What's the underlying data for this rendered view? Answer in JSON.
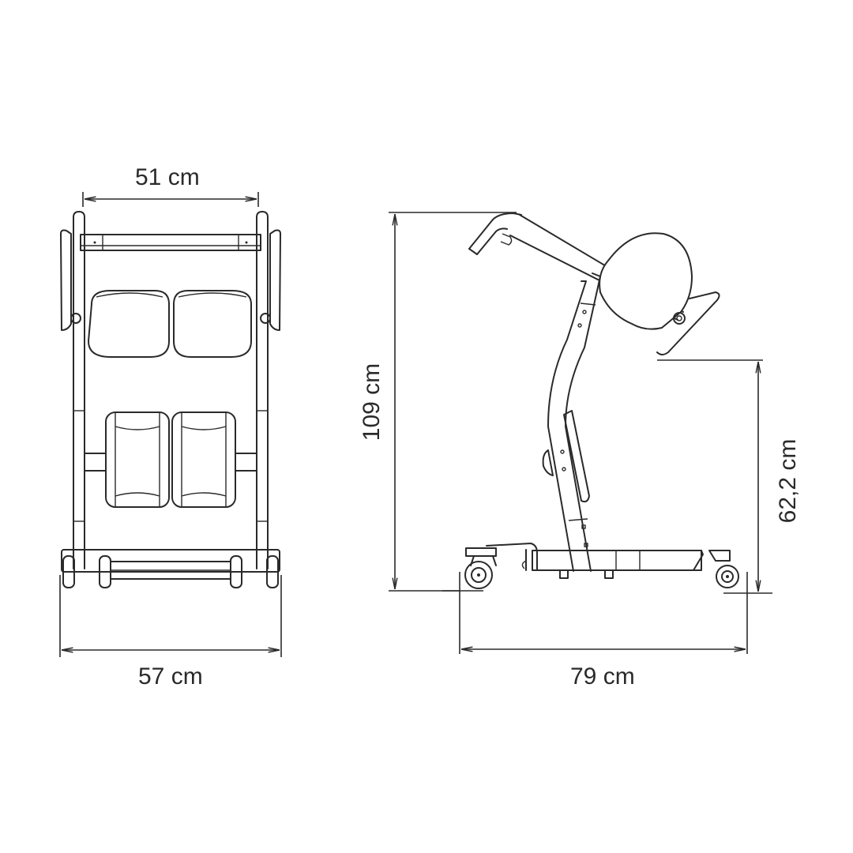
{
  "diagram": {
    "title": "Standing aid / patient lift dimension drawing",
    "line_color": "#2a2a2a",
    "background": "#ffffff",
    "views": {
      "front_view": {
        "dimensions": {
          "top_width": "51 cm",
          "base_width": "57 cm"
        }
      },
      "side_view": {
        "dimensions": {
          "total_height": "109 cm",
          "knee_pad_height": "62,2 cm",
          "base_length": "79 cm"
        }
      }
    }
  }
}
